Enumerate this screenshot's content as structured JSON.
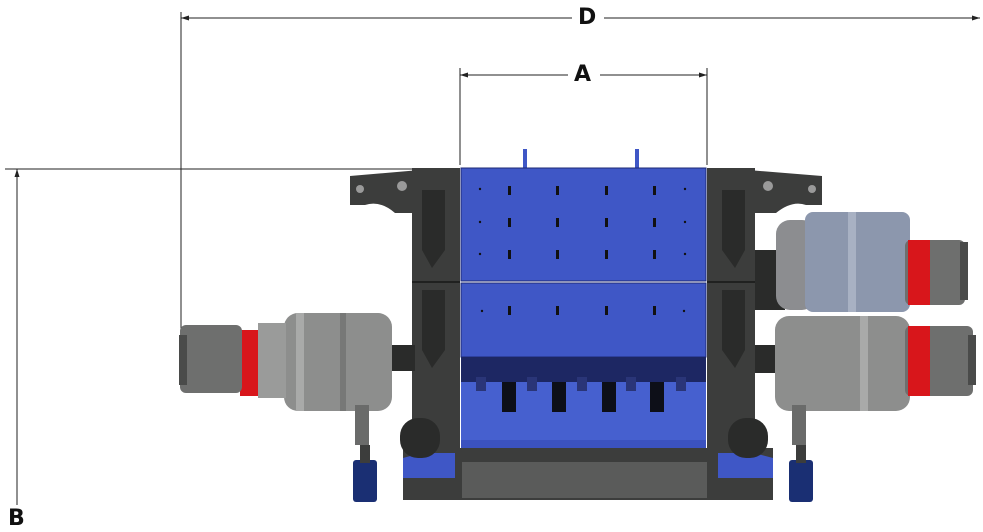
{
  "dimensions": {
    "d_label": "D",
    "a_label": "A",
    "b_label": "B"
  },
  "colors": {
    "body_blue": "#3f57c6",
    "body_blue_dark": "#24348a",
    "frame_dark": "#3c3d3c",
    "frame_mid": "#5a5b5a",
    "motor_grey": "#8d8e8d",
    "motor_light": "#b8b9ba",
    "motor_blue_grey": "#8c97ad",
    "accent_red": "#d8161b",
    "foot_navy": "#1a2f73",
    "dim_line": "#222222"
  },
  "components": {
    "left_motor": "motor",
    "right_upper_motor": "motor",
    "right_lower_motor": "motor",
    "hopper": "blue-body"
  }
}
